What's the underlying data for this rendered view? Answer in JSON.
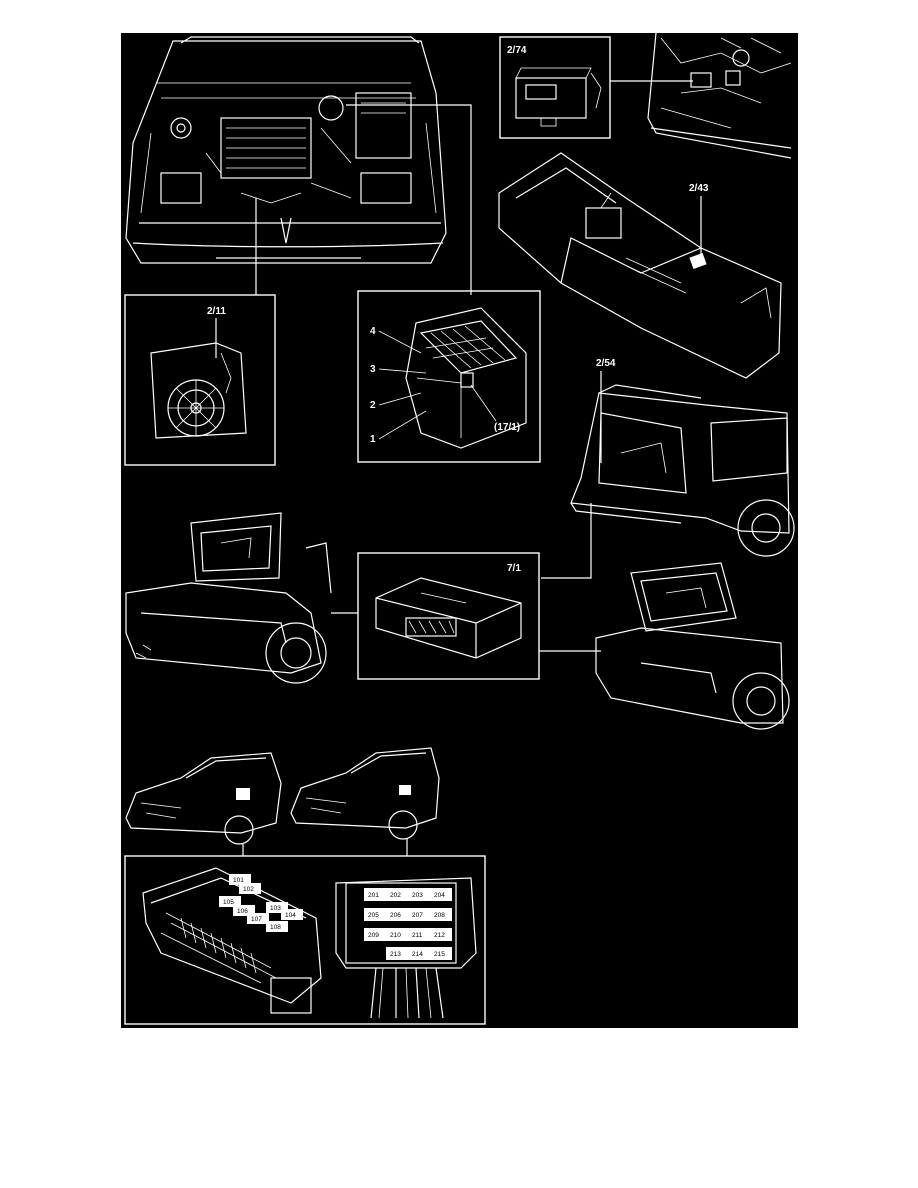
{
  "diagram": {
    "background": "#000000",
    "stroke": "#ffffff",
    "callouts": {
      "relay_2_74": "2/74",
      "relay_2_43": "2/43",
      "relay_2_11": "2/11",
      "relay_2_54": "2/54",
      "module_7_1": "7/1",
      "fusebox_ref": "(17/1)"
    },
    "fusebox_positions": [
      "1",
      "2",
      "3",
      "4"
    ],
    "fuse_block_a": [
      "101",
      "102",
      "103",
      "104",
      "105",
      "106",
      "107",
      "108"
    ],
    "fuse_block_b": [
      "201",
      "202",
      "203",
      "204",
      "205",
      "206",
      "207",
      "208",
      "209",
      "210",
      "211",
      "212",
      "213",
      "214",
      "215"
    ]
  }
}
